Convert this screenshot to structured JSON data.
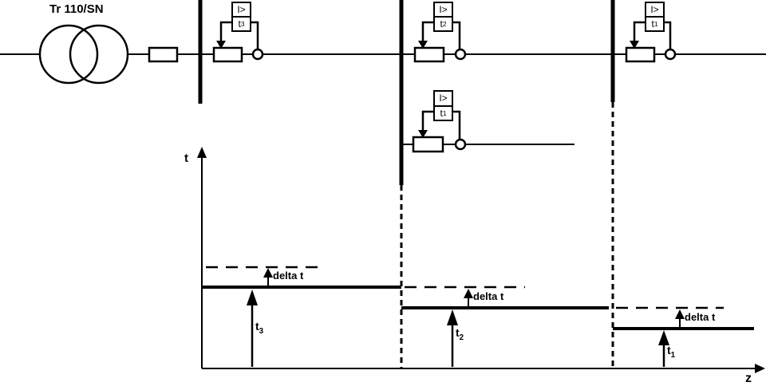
{
  "diagram": {
    "transformer_label": "Tr 110/SN",
    "relays": [
      {
        "function": "I>",
        "time": {
          "base": "t",
          "sub": "3"
        }
      },
      {
        "function": "I>",
        "time": {
          "base": "t",
          "sub": "2"
        }
      },
      {
        "function": "I>",
        "time": {
          "base": "t",
          "sub": "1"
        }
      },
      {
        "function": "I>",
        "time": {
          "base": "t",
          "sub": "1"
        }
      }
    ]
  },
  "chart": {
    "type": "step",
    "y_axis_label": "t",
    "x_axis_label": "z",
    "steps": [
      {
        "label": {
          "base": "t",
          "sub": "3"
        },
        "margin_label": "delta t"
      },
      {
        "label": {
          "base": "t",
          "sub": "2"
        },
        "margin_label": "delta t"
      },
      {
        "label": {
          "base": "t",
          "sub": "1"
        },
        "margin_label": "delta t"
      }
    ]
  }
}
